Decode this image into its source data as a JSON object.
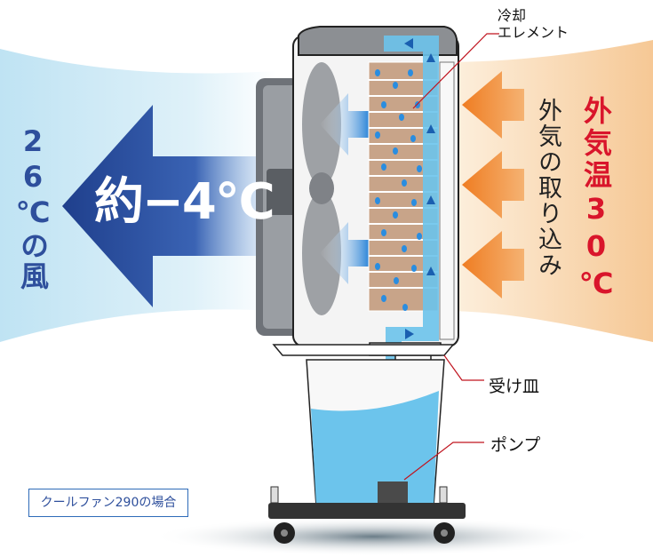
{
  "labels": {
    "cool_wind": "26℃の風",
    "temp_drop": "約−4℃",
    "outside_temp": "外気温30℃",
    "intake": "外気の取り込み",
    "cooling_element": [
      "冷却",
      "エレメント"
    ],
    "drip_tray": "受け皿",
    "pump": "ポンプ",
    "model_note": "クールファン290の場合"
  },
  "colors": {
    "cool_arrow": "#2e4f9c",
    "cool_gradient": "#bfe3f3",
    "warm_gradient": "#f6c895",
    "warm_arrow": "#ee8a2f",
    "hot_text": "#d9152b",
    "water": "#6cc4ec",
    "element": "#c8a489"
  },
  "icons": [
    "blue-arrow-left-icon",
    "orange-arrow-left-icon",
    "water-drop-icon",
    "fan-blade-icon",
    "caster-wheel-icon",
    "pump-icon"
  ]
}
